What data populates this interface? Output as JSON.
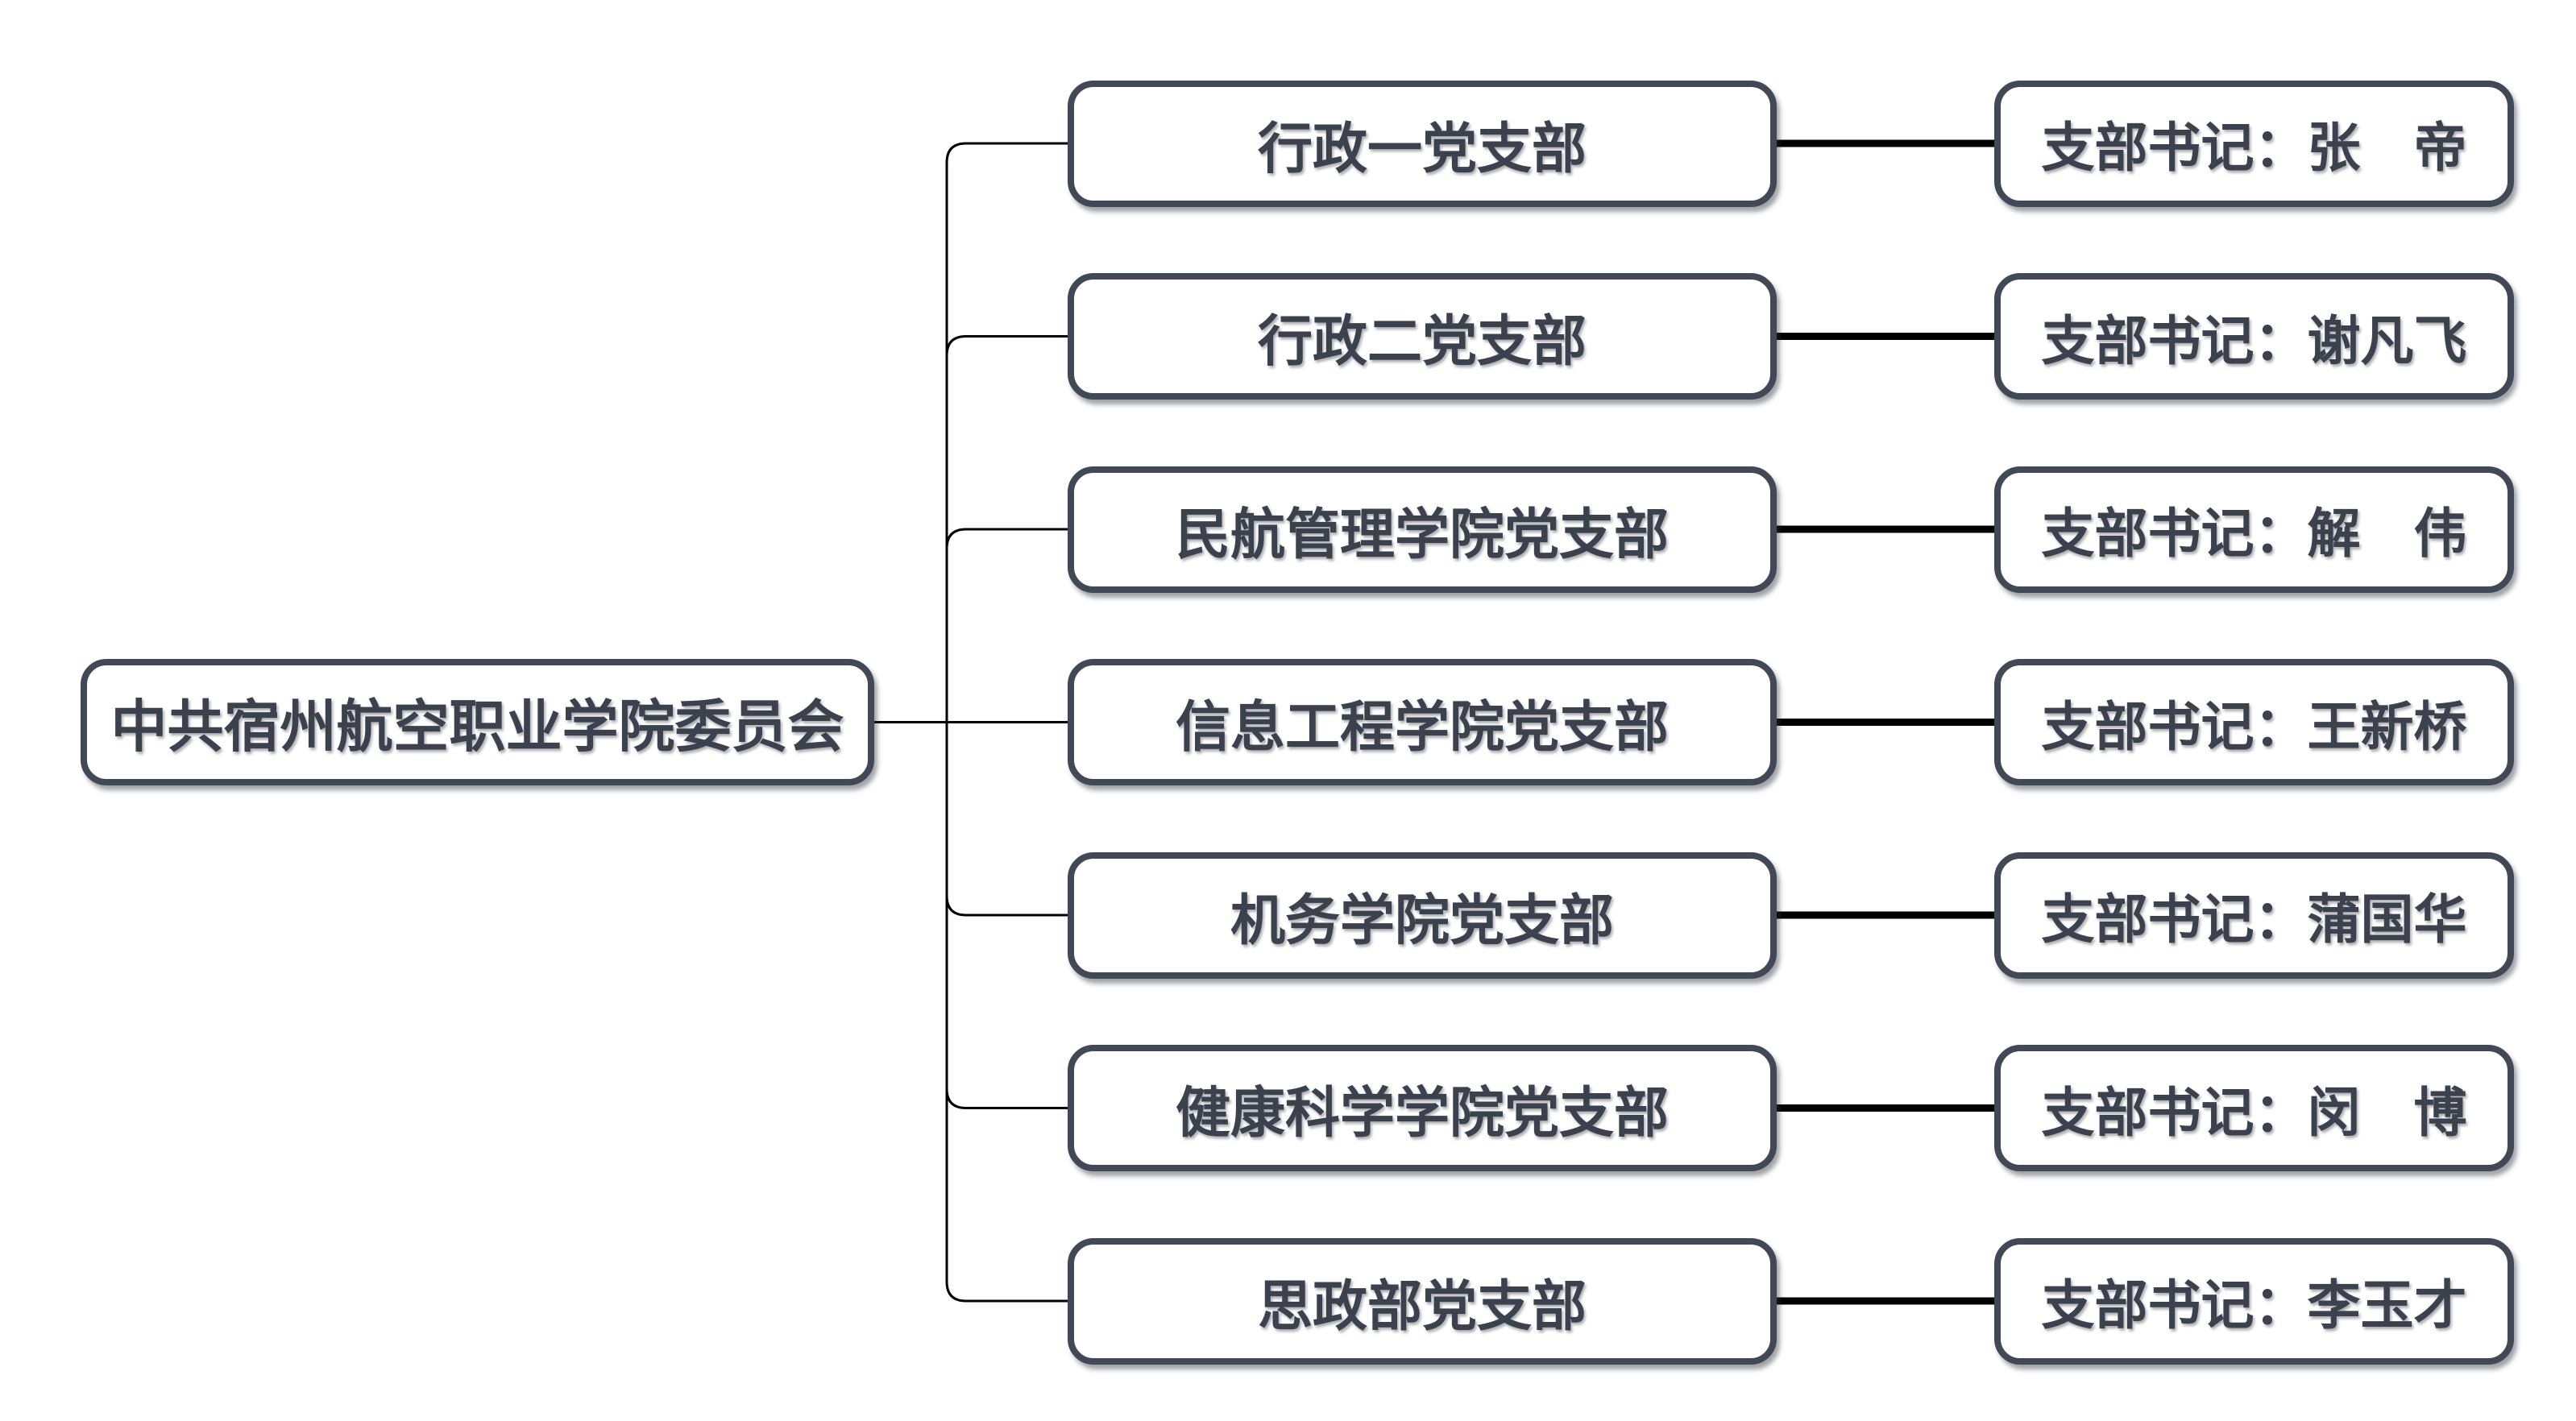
{
  "root": {
    "label": "中共宿州航空职业学院委员会"
  },
  "branches": [
    {
      "name": "行政一党支部",
      "secretary_label": "支部书记：张　帝"
    },
    {
      "name": "行政二党支部",
      "secretary_label": "支部书记：谢凡飞"
    },
    {
      "name": "民航管理学院党支部",
      "secretary_label": "支部书记：解　伟"
    },
    {
      "name": "信息工程学院党支部",
      "secretary_label": "支部书记：王新桥"
    },
    {
      "name": "机务学院党支部",
      "secretary_label": "支部书记：蒲国华"
    },
    {
      "name": "健康科学学院党支部",
      "secretary_label": "支部书记：闵　博"
    },
    {
      "name": "思政部党支部",
      "secretary_label": "支部书记：李玉才"
    }
  ],
  "colors": {
    "box_border": "#414956",
    "text": "#3b424e",
    "connector_line": "#000000",
    "background": "#ffffff"
  }
}
